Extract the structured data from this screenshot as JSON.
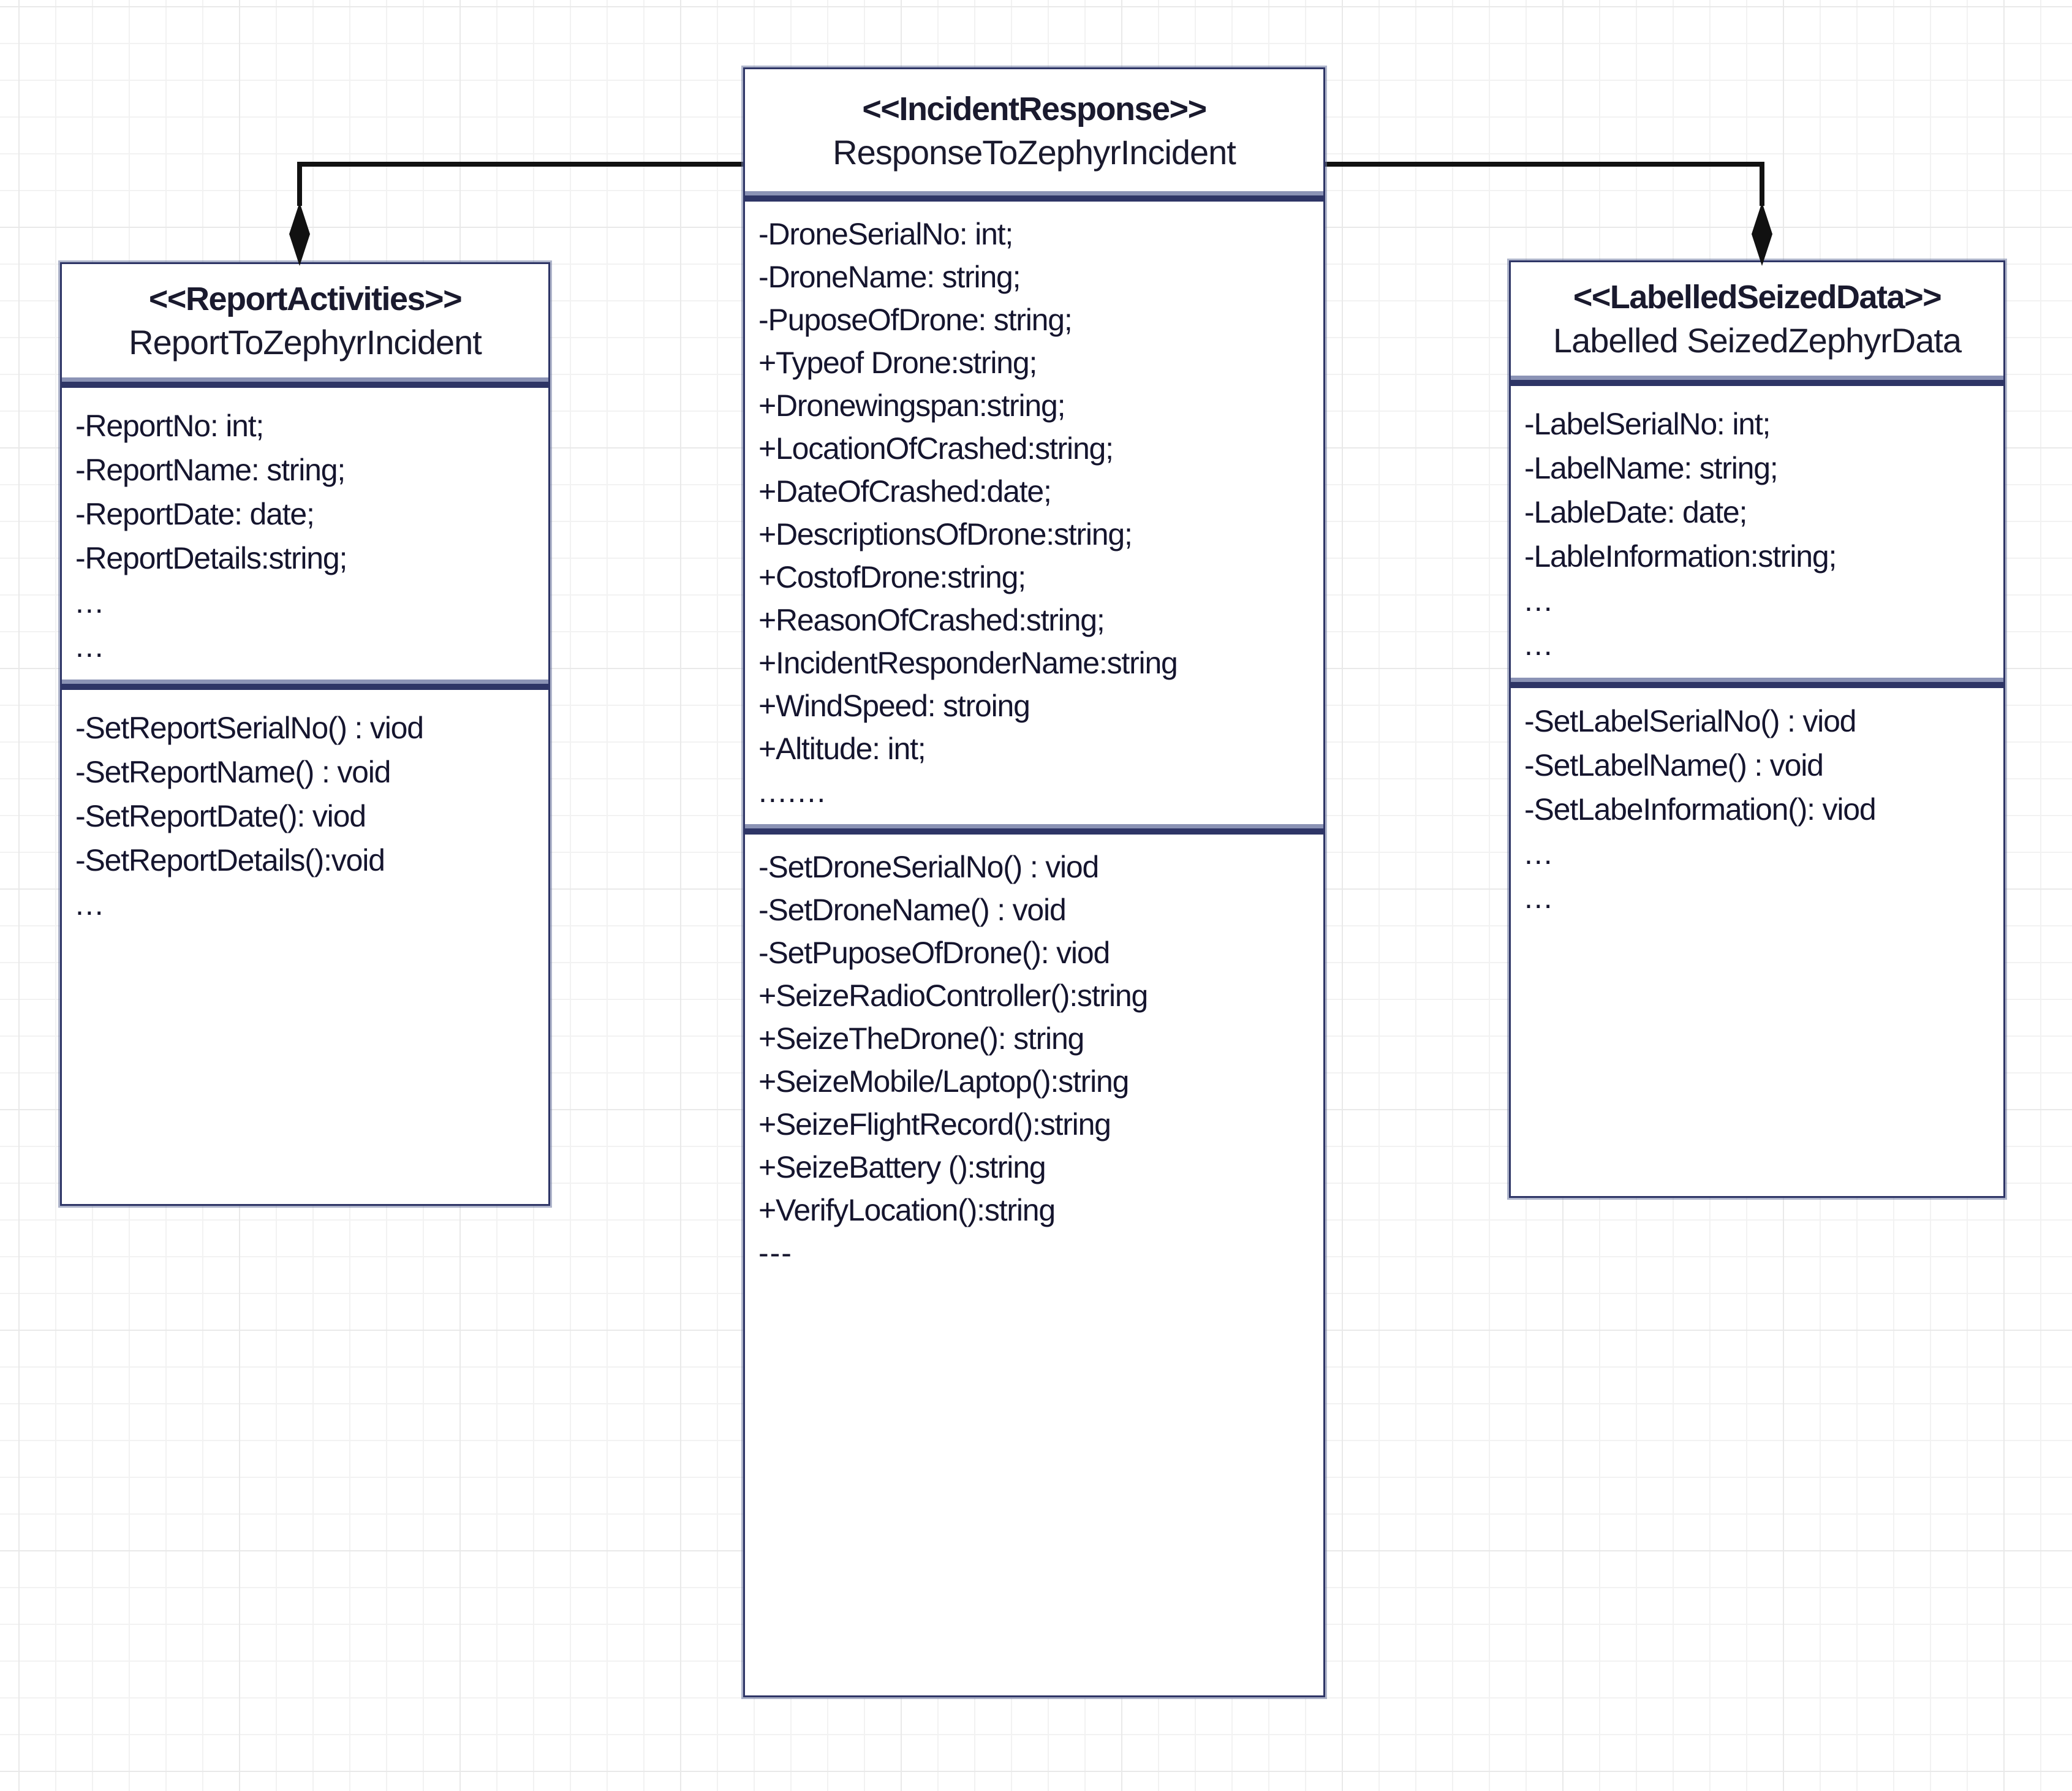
{
  "diagram": {
    "type": "uml-class-diagram",
    "relationship": "composition",
    "background": "#ffffff",
    "grid_color": "#e9e9e9",
    "box_border_color": "#2e3566",
    "connector_color": "#111111"
  },
  "classes": {
    "report": {
      "stereotype": "<<ReportActivities>>",
      "name": "ReportToZephyrIncident",
      "attributes": [
        "-ReportNo: int;",
        "-ReportName: string;",
        "-ReportDate: date;",
        "-ReportDetails:string;",
        "...",
        "..."
      ],
      "operations": [
        "-SetReportSerialNo() : viod",
        "-SetReportName() : void",
        "-SetReportDate(): viod",
        "-SetReportDetails():void",
        "..."
      ]
    },
    "incident": {
      "stereotype": "<<IncidentResponse>>",
      "name": "ResponseToZephyrIncident",
      "attributes": [
        "-DroneSerialNo: int;",
        "-DroneName: string;",
        "-PuposeOfDrone: string;",
        "+Typeof Drone:string;",
        "+Dronewingspan:string;",
        "+LocationOfCrashed:string;",
        "+DateOfCrashed:date;",
        "+DescriptionsOfDrone:string;",
        "+CostofDrone:string;",
        "+ReasonOfCrashed:string;",
        "+IncidentResponderName:string",
        "+WindSpeed: stroing",
        "+Altitude: int;",
        "......."
      ],
      "operations": [
        "-SetDroneSerialNo() : viod",
        "-SetDroneName() : void",
        "-SetPuposeOfDrone(): viod",
        "+SeizeRadioController():string",
        "+SeizeTheDrone(): string",
        "+SeizeMobile/Laptop():string",
        "+SeizeFlightRecord():string",
        "+SeizeBattery ():string",
        "+VerifyLocation():string",
        "---"
      ]
    },
    "labelled": {
      "stereotype": "<<LabelledSeizedData>>",
      "name": "Labelled SeizedZephyrData",
      "attributes": [
        "-LabelSerialNo: int;",
        "-LabelName: string;",
        "-LableDate: date;",
        "-LableInformation:string;",
        "...",
        "..."
      ],
      "operations": [
        "-SetLabelSerialNo() : viod",
        "-SetLabelName() : void",
        "-SetLabeInformation(): viod",
        "...",
        "..."
      ]
    }
  }
}
